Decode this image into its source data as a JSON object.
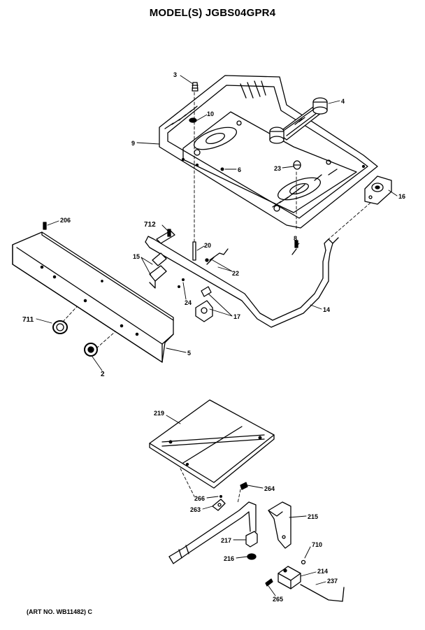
{
  "header": {
    "title": "MODEL(S) JGBS04GPR4"
  },
  "footer": {
    "art_no": "(ART NO. WB11482) C"
  },
  "callouts": {
    "c3": "3",
    "c4": "4",
    "c10": "10",
    "c9": "9",
    "c6": "6",
    "c23": "23",
    "c16": "16",
    "c8": "8",
    "c206": "206",
    "c712": "712",
    "c20": "20",
    "c15": "15",
    "c22": "22",
    "c24": "24",
    "c17": "17",
    "c14": "14",
    "c711": "711",
    "c5": "5",
    "c2": "2",
    "c219": "219",
    "c264": "264",
    "c266": "266",
    "c263": "263",
    "c215": "215",
    "c217": "217",
    "c710": "710",
    "c216": "216",
    "c214": "214",
    "c237": "237",
    "c265": "265"
  }
}
